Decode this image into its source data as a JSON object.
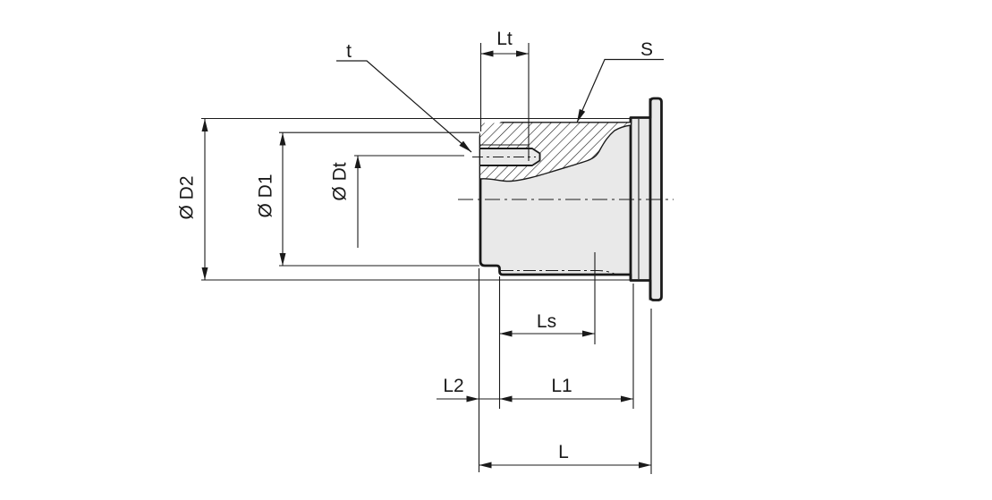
{
  "drawing": {
    "kind": "technical-section-drawing",
    "description": "Half-section drawing of a tap adapter bushing with flange; dimension callouts for diameters and lengths",
    "labels": {
      "diameter_d2": "Ø D2",
      "diameter_d1": "Ø D1",
      "diameter_dt": "Ø Dt",
      "square_drive": "t",
      "square_depth": "Lt",
      "thread": "S",
      "thread_length": "Ls",
      "step_length": "L2",
      "body_length": "L1",
      "overall_length": "L"
    },
    "colors": {
      "line": "#1a1a1a",
      "part_fill": "#e9e9e9",
      "background": "#ffffff"
    }
  }
}
